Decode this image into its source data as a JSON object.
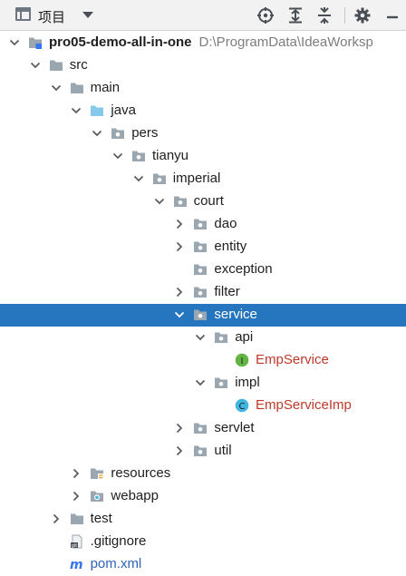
{
  "toolbar": {
    "view_icon": "project-view-icon",
    "title": "项目",
    "actions": [
      "locate-icon",
      "expand-all-icon",
      "collapse-all-icon",
      "settings-icon",
      "hide-icon"
    ]
  },
  "colors": {
    "selection": "#2675bf",
    "folder": "#9aa7b0",
    "source_folder": "#87c9ea",
    "interface_badge": "#62b543",
    "class_badge": "#40b6e0",
    "error_text": "#c0392b",
    "maven_text": "#2c64b8"
  },
  "tree": [
    {
      "label": "pro05-demo-all-in-one",
      "path": "D:\\ProgramData\\IdeaWorksp",
      "depth": 0,
      "state": "expanded",
      "icon": "module-folder-icon",
      "bold": true
    },
    {
      "label": "src",
      "depth": 1,
      "state": "expanded",
      "icon": "folder-icon"
    },
    {
      "label": "main",
      "depth": 2,
      "state": "expanded",
      "icon": "folder-icon"
    },
    {
      "label": "java",
      "depth": 3,
      "state": "expanded",
      "icon": "source-folder-icon"
    },
    {
      "label": "pers",
      "depth": 4,
      "state": "expanded",
      "icon": "package-icon"
    },
    {
      "label": "tianyu",
      "depth": 5,
      "state": "expanded",
      "icon": "package-icon"
    },
    {
      "label": "imperial",
      "depth": 6,
      "state": "expanded",
      "icon": "package-icon"
    },
    {
      "label": "court",
      "depth": 7,
      "state": "expanded",
      "icon": "package-icon"
    },
    {
      "label": "dao",
      "depth": 8,
      "state": "collapsed",
      "icon": "package-icon"
    },
    {
      "label": "entity",
      "depth": 8,
      "state": "collapsed",
      "icon": "package-icon"
    },
    {
      "label": "exception",
      "depth": 8,
      "state": "leaf",
      "icon": "package-icon"
    },
    {
      "label": "filter",
      "depth": 8,
      "state": "collapsed",
      "icon": "package-icon"
    },
    {
      "label": "service",
      "depth": 8,
      "state": "expanded",
      "icon": "package-icon",
      "selected": true
    },
    {
      "label": "api",
      "depth": 9,
      "state": "expanded",
      "icon": "package-icon"
    },
    {
      "label": "EmpService",
      "depth": 10,
      "state": "leaf",
      "icon": "interface-icon",
      "badge": "I",
      "style": "red"
    },
    {
      "label": "impl",
      "depth": 9,
      "state": "expanded",
      "icon": "package-icon"
    },
    {
      "label": "EmpServiceImp",
      "depth": 10,
      "state": "leaf",
      "icon": "class-icon",
      "badge": "C",
      "style": "red"
    },
    {
      "label": "servlet",
      "depth": 8,
      "state": "collapsed",
      "icon": "package-icon"
    },
    {
      "label": "util",
      "depth": 8,
      "state": "collapsed",
      "icon": "package-icon"
    },
    {
      "label": "resources",
      "depth": 3,
      "state": "collapsed",
      "icon": "resources-folder-icon"
    },
    {
      "label": "webapp",
      "depth": 3,
      "state": "collapsed",
      "icon": "web-folder-icon"
    },
    {
      "label": "test",
      "depth": 2,
      "state": "collapsed",
      "icon": "folder-icon"
    },
    {
      "label": ".gitignore",
      "depth": 2,
      "state": "leaf",
      "icon": "gitignore-file-icon"
    },
    {
      "label": "pom.xml",
      "depth": 2,
      "state": "leaf",
      "icon": "maven-file-icon",
      "style": "blue"
    }
  ]
}
